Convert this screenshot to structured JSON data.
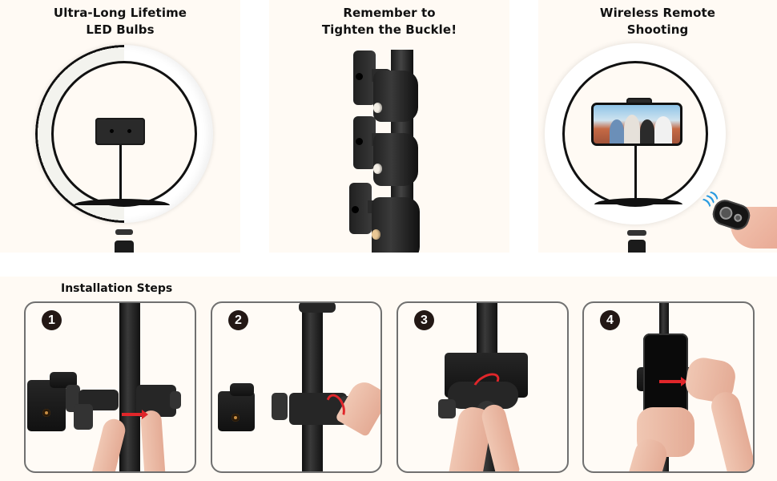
{
  "features": [
    {
      "id": "led",
      "caption_line1": "Ultra-Long Lifetime",
      "caption_line2": "LED Bulbs",
      "image": "ring-light-led-bulbs"
    },
    {
      "id": "buckle",
      "caption_line1": "Remember to",
      "caption_line2": "Tighten the Buckle!",
      "image": "stand-pole-clamps"
    },
    {
      "id": "remote",
      "caption_line1": "Wireless Remote",
      "caption_line2": "Shooting",
      "image": "ring-light-phone-remote"
    }
  ],
  "installation": {
    "title": "Installation Steps",
    "steps": [
      {
        "number": "1",
        "image": "attach-holder-clamp-to-pole",
        "arrow": "push-right"
      },
      {
        "number": "2",
        "image": "tighten-clamp-knob",
        "arrow": "rotate-clockwise"
      },
      {
        "number": "3",
        "image": "rotate-clamp-ring",
        "arrow": "rotate-counterclockwise"
      },
      {
        "number": "4",
        "image": "insert-phone-into-holder",
        "arrow": "push-right"
      }
    ]
  },
  "colors": {
    "panel_background": "#fffaf4",
    "page_background": "#ffffff",
    "step_border": "#707070",
    "badge": "#231815",
    "arrow_red": "#e0262a",
    "led_warm": "#f6c86a",
    "wifi_blue": "#2a9be0"
  }
}
